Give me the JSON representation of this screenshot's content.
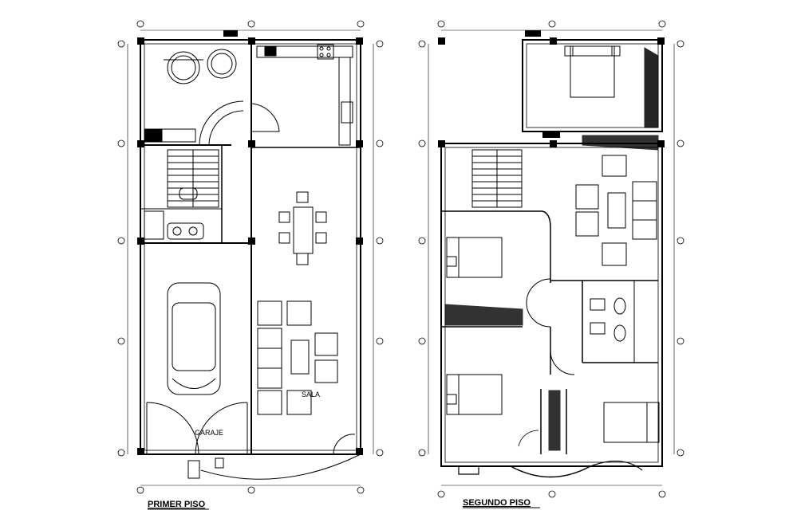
{
  "plans": [
    {
      "title": "PRIMER PISO",
      "rooms": [
        {
          "label": "SALA"
        },
        {
          "label": "GARAJE"
        }
      ]
    },
    {
      "title": "SEGUNDO PISO",
      "rooms": []
    }
  ],
  "colors": {
    "ink": "#000000",
    "background": "#ffffff"
  },
  "icons": [
    "grid-bubble-icon",
    "car-icon",
    "bed-icon",
    "sofa-icon",
    "armchair-icon",
    "dining-table-icon",
    "chair-icon",
    "toilet-icon",
    "sink-icon",
    "stove-icon",
    "water-tank-icon",
    "stair-icon",
    "door-swing-icon"
  ]
}
